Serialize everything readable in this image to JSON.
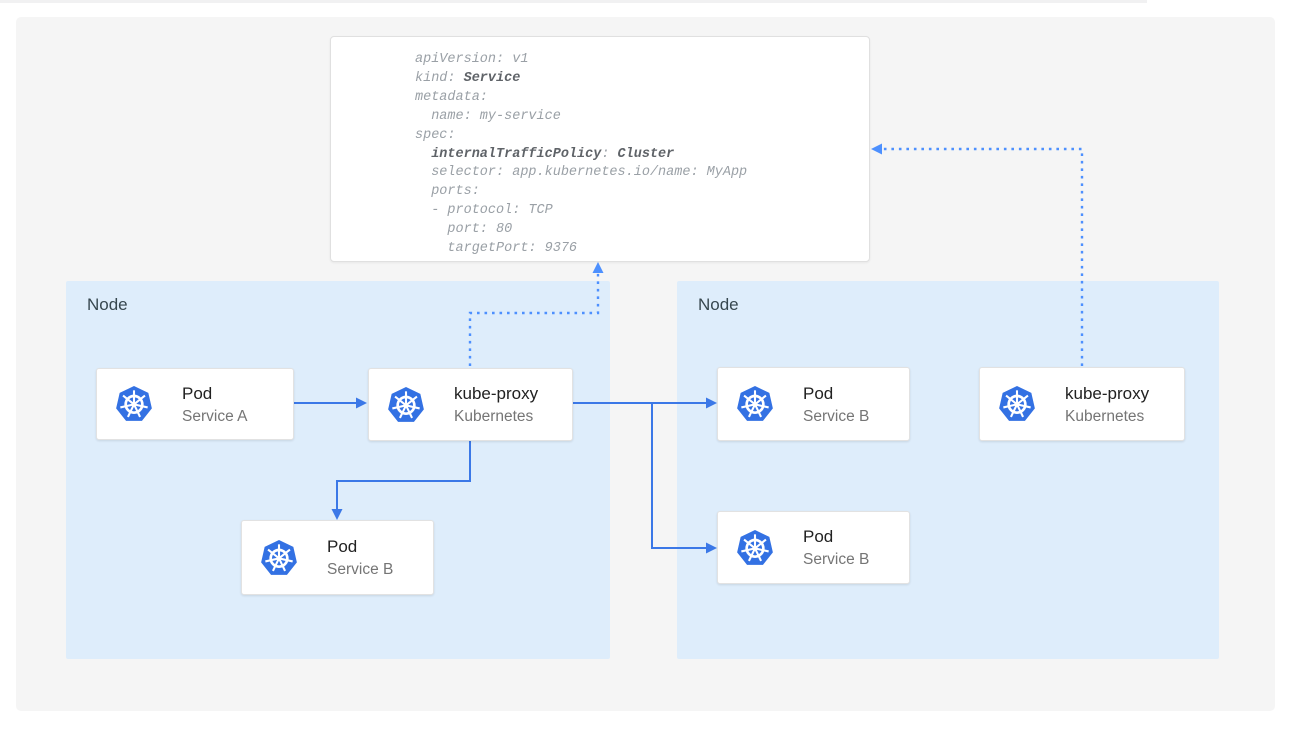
{
  "colors": {
    "canvas_bg": "#f5f5f5",
    "node_bg": "#deedfb",
    "card_bg": "#ffffff",
    "card_border": "#e2e2e2",
    "kubernetes_blue": "#3371e3",
    "solid_arrow_blue": "#3b78e7",
    "dotted_arrow_blue": "#4d90fe",
    "card_title_text": "#212121",
    "card_subtitle_text": "#757575",
    "node_label_text": "#37474f",
    "code_text": "#9aa0a6",
    "code_bold_text": "#5f6368"
  },
  "yaml_card": {
    "lines": [
      {
        "segments": [
          {
            "text": "apiVersion: v1",
            "bold": false
          }
        ]
      },
      {
        "segments": [
          {
            "text": "kind: ",
            "bold": false
          },
          {
            "text": "Service",
            "bold": true
          }
        ]
      },
      {
        "segments": [
          {
            "text": "metadata:",
            "bold": false
          }
        ]
      },
      {
        "segments": [
          {
            "text": "  name: my-service",
            "bold": false
          }
        ]
      },
      {
        "segments": [
          {
            "text": "spec:",
            "bold": false
          }
        ]
      },
      {
        "segments": [
          {
            "text": "  ",
            "bold": false
          },
          {
            "text": "internalTrafficPolicy",
            "bold": true
          },
          {
            "text": ": ",
            "bold": false
          },
          {
            "text": "Cluster",
            "bold": true
          }
        ]
      },
      {
        "segments": [
          {
            "text": "  selector: app.kubernetes.io/name: MyApp",
            "bold": false
          }
        ]
      },
      {
        "segments": [
          {
            "text": "  ports:",
            "bold": false
          }
        ]
      },
      {
        "segments": [
          {
            "text": "  - protocol: TCP",
            "bold": false
          }
        ]
      },
      {
        "segments": [
          {
            "text": "    port: 80",
            "bold": false
          }
        ]
      },
      {
        "segments": [
          {
            "text": "    targetPort: 9376",
            "bold": false
          }
        ]
      }
    ]
  },
  "nodes": [
    {
      "label": "Node"
    },
    {
      "label": "Node"
    }
  ],
  "cards": [
    {
      "title": "Pod",
      "subtitle": "Service A"
    },
    {
      "title": "kube-proxy",
      "subtitle": "Kubernetes"
    },
    {
      "title": "Pod",
      "subtitle": "Service B"
    },
    {
      "title": "Pod",
      "subtitle": "Service B"
    },
    {
      "title": "Pod",
      "subtitle": "Service B"
    },
    {
      "title": "kube-proxy",
      "subtitle": "Kubernetes"
    }
  ],
  "icons": {
    "kubernetes": "kubernetes-helm-wheel-heptagon"
  }
}
